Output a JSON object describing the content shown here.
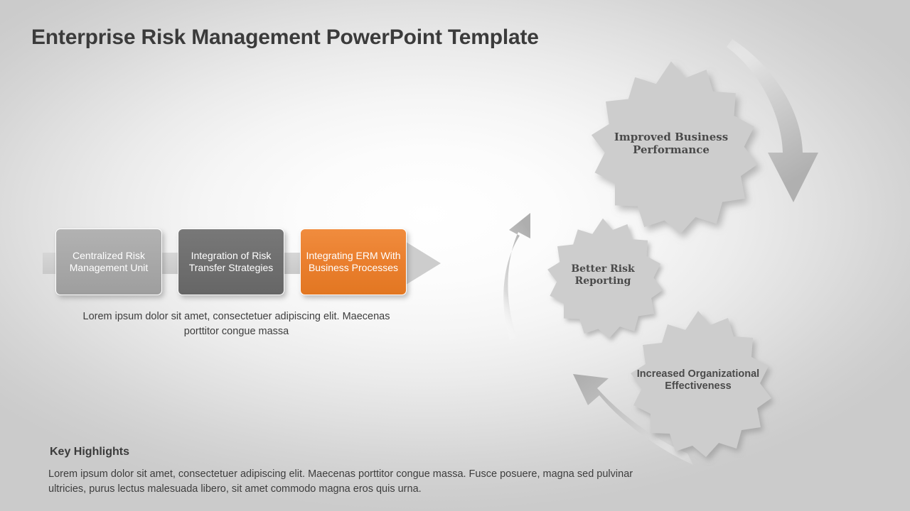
{
  "slide": {
    "title": "Enterprise Risk Management PowerPoint Template",
    "background_edge_color": "#cbcbcb",
    "background_center_color": "#ffffff"
  },
  "process_flow": {
    "steps": [
      {
        "label": "Centralized Risk Management Unit",
        "color": "#a8a8a8",
        "text_color": "#ffffff"
      },
      {
        "label": "Integration of Risk Transfer Strategies",
        "color": "#6f6f6f",
        "text_color": "#ffffff"
      },
      {
        "label": "Integrating ERM With Business Processes",
        "color": "#ea7f2e",
        "text_color": "#ffffff"
      }
    ],
    "arrow_color": "#cdcdcd",
    "caption": "Lorem ipsum dolor sit amet, consectetuer adipiscing elit. Maecenas porttitor congue massa"
  },
  "gear_cycle": {
    "gear_fill_color": "#cdcdcd",
    "arrow_color": "#bdbdbd",
    "gears": [
      {
        "label": "Improved Business Performance",
        "teeth": 10
      },
      {
        "label": "Better Risk Reporting",
        "teeth": 10
      },
      {
        "label": "Increased Organizational Effectiveness",
        "teeth": 10
      }
    ],
    "arrows": [
      {
        "name": "arrow-top-right-down"
      },
      {
        "name": "arrow-bottom-up-left"
      },
      {
        "name": "arrow-left-up"
      }
    ]
  },
  "key_highlights": {
    "heading": "Key Highlights",
    "body": "Lorem ipsum dolor sit amet, consectetuer adipiscing elit. Maecenas porttitor congue massa. Fusce posuere, magna sed pulvinar ultricies, purus lectus malesuada libero, sit amet commodo magna eros quis urna."
  }
}
